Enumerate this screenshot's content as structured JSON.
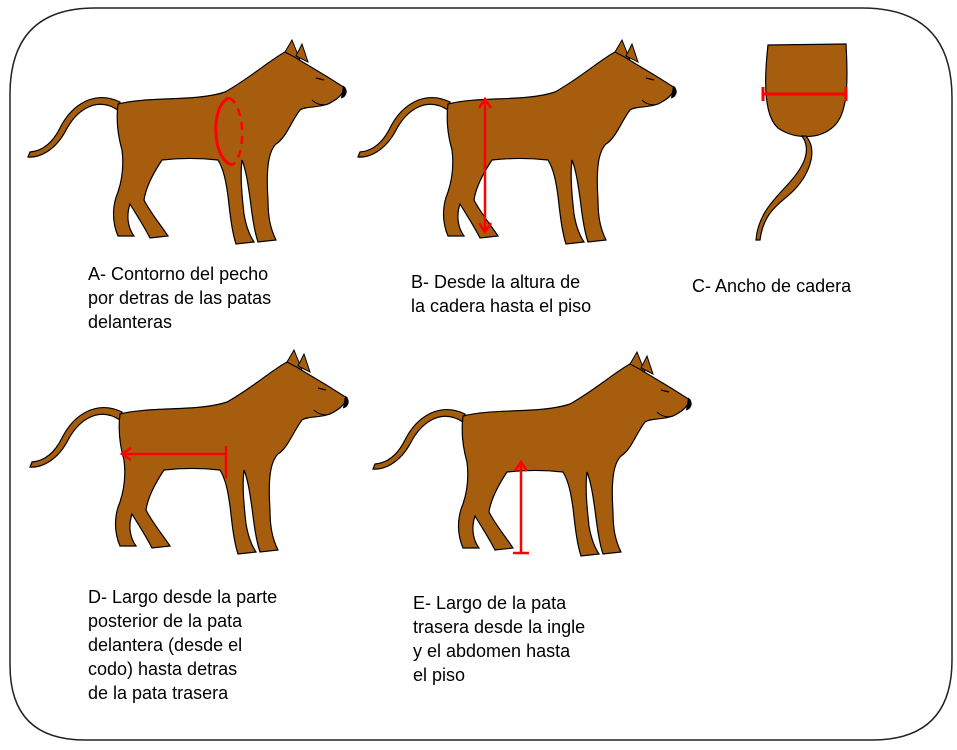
{
  "colors": {
    "dog_fill": "#A65E0E",
    "dog_outline": "#000000",
    "measure": "#FF0000",
    "frame": "#222222"
  },
  "panels": [
    {
      "id": "a",
      "measure": "chest-girth",
      "caption": "A- Contorno del pecho\npor detras de las patas\ndelanteras"
    },
    {
      "id": "b",
      "measure": "hip-height",
      "caption": "B- Desde la altura de\nla cadera hasta el piso"
    },
    {
      "id": "c",
      "measure": "hip-width",
      "caption": "C- Ancho de cadera"
    },
    {
      "id": "d",
      "measure": "body-length",
      "caption": "D- Largo desde la parte\nposterior de la pata\ndelantera (desde el\ncodo) hasta detras\nde la pata trasera"
    },
    {
      "id": "e",
      "measure": "hind-leg-length",
      "caption": "E- Largo de la pata\ntrasera desde la ingle\ny el abdomen hasta\nel piso"
    }
  ]
}
